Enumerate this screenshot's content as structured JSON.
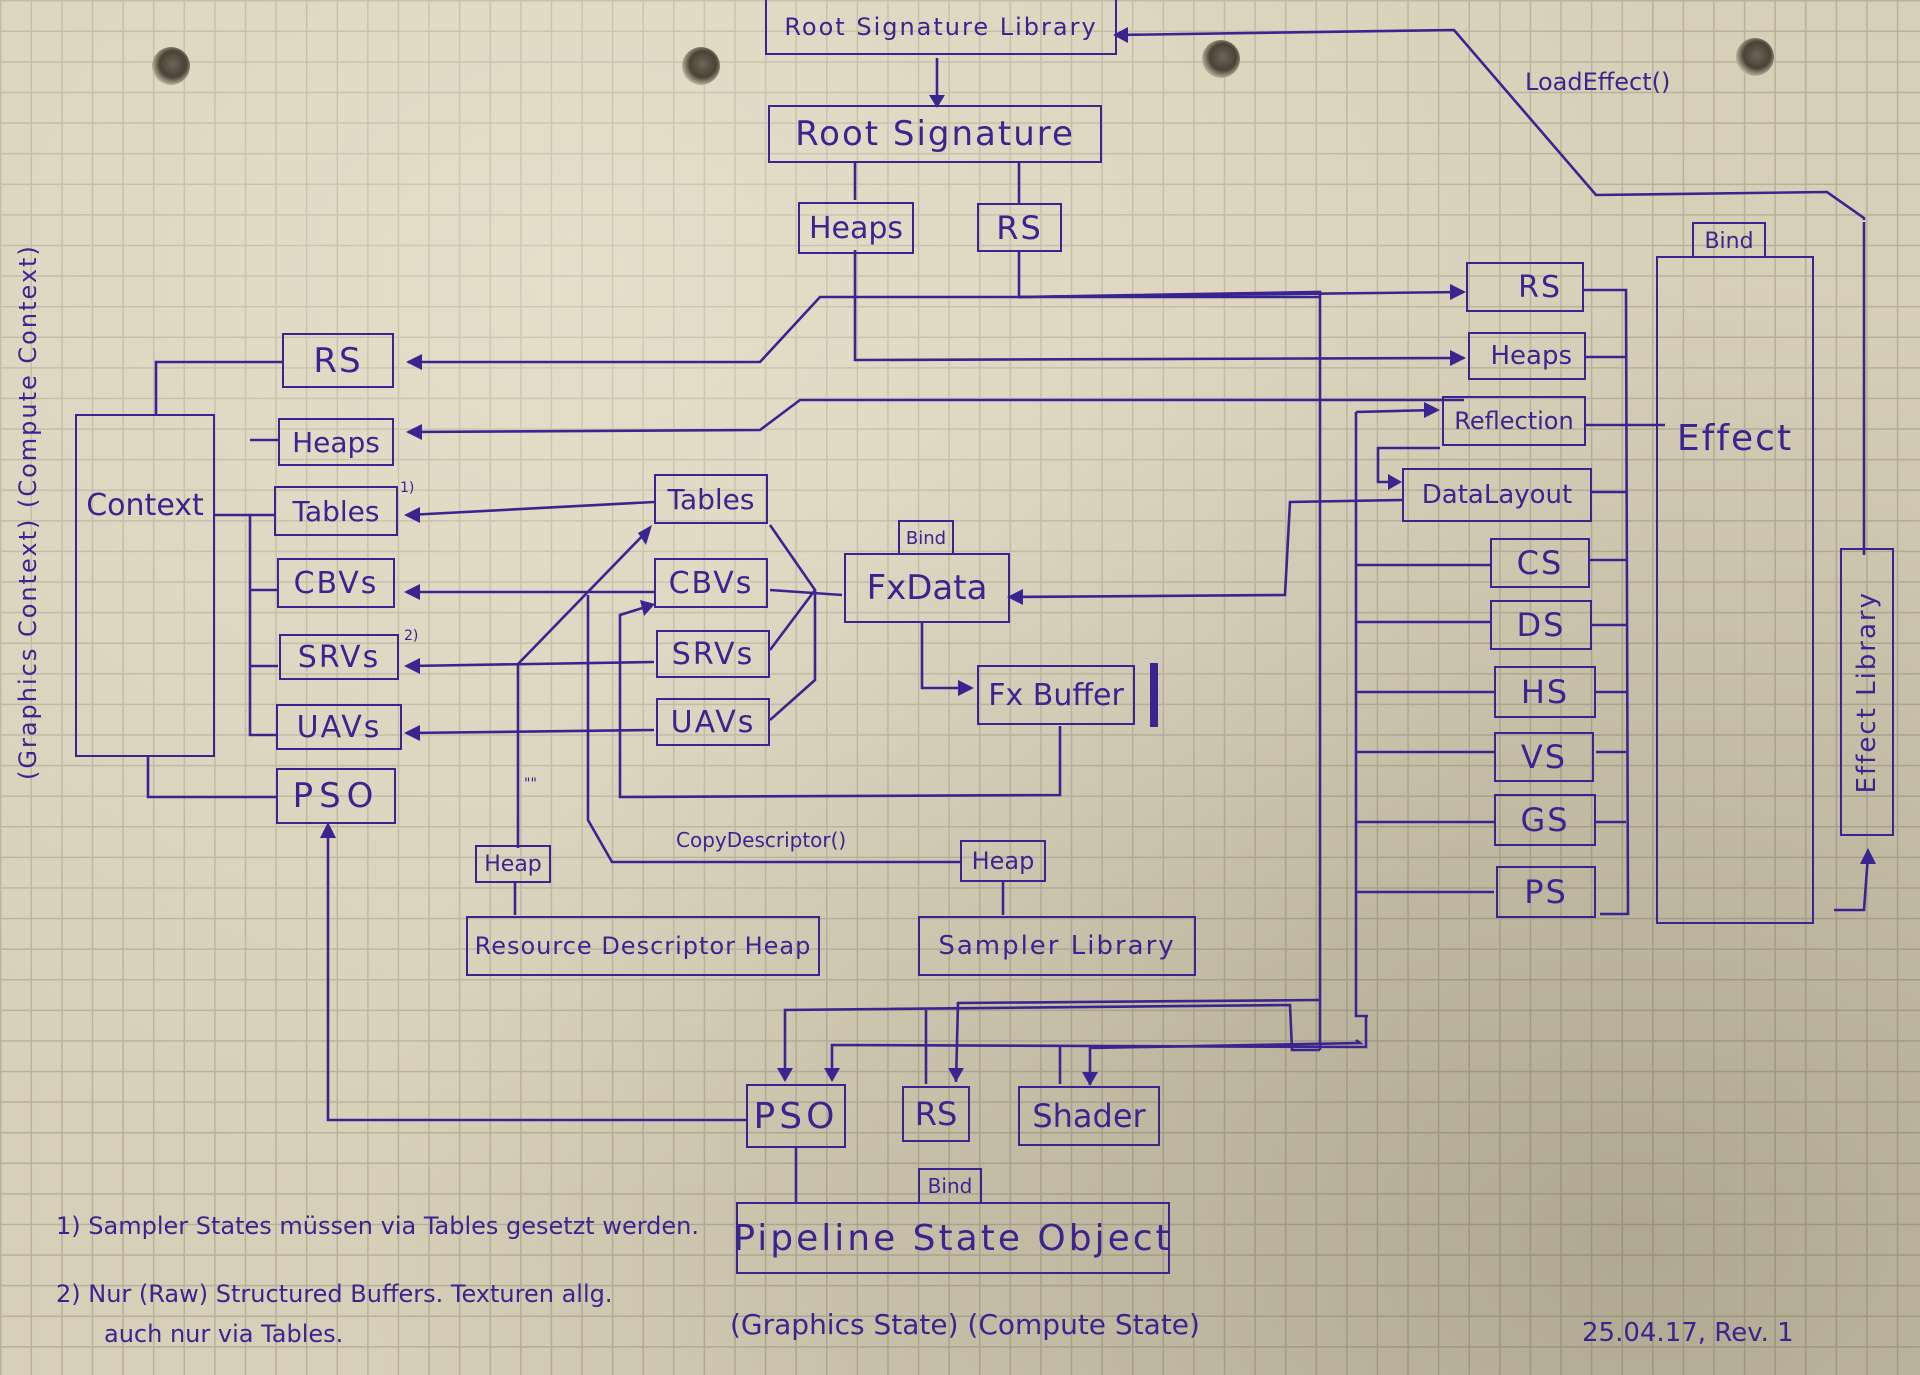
{
  "colors": {
    "ink": "#3a2590",
    "paper": "#d8cfb8",
    "grid": "#b9b09a"
  },
  "top": {
    "root_signature_library": "Root Signature Library",
    "root_signature": "Root Signature",
    "heaps": "Heaps",
    "rs": "RS",
    "load_effect": "LoadEffect()"
  },
  "context": {
    "side_label": "(Graphics Context) (Compute Context)",
    "title": "Context",
    "slots": {
      "rs": "RS",
      "heaps": "Heaps",
      "tables": "Tables",
      "tables_note": "1)",
      "cbvs": "CBVs",
      "srvs": "SRVs",
      "srvs_note": "2)",
      "uavs": "UAVs",
      "pso": "PSO"
    }
  },
  "fx": {
    "tables": "Tables",
    "cbvs": "CBVs",
    "srvs": "SRVs",
    "uavs": "UAVs",
    "bind": "Bind",
    "fx_data": "FxData",
    "fx_buffer": "Fx Buffer",
    "ditto": "\"\"",
    "copy_descriptor": "CopyDescriptor()",
    "heap_left": "Heap",
    "heap_right": "Heap",
    "resource_descriptor_heap": "Resource Descriptor Heap",
    "sampler_library": "Sampler Library"
  },
  "effect": {
    "bind": "Bind",
    "title": "Effect",
    "library": "Effect Library",
    "slots": [
      "RS",
      "Heaps",
      "Reflection",
      "DataLayout",
      "CS",
      "DS",
      "HS",
      "VS",
      "GS",
      "PS"
    ]
  },
  "pipeline": {
    "pso": "PSO",
    "rs": "RS",
    "shader": "Shader",
    "bind": "Bind",
    "title": "Pipeline State Object",
    "caption": "(Graphics State) (Compute State)"
  },
  "notes": {
    "note1": "1) Sampler States müssen via Tables gesetzt werden.",
    "note2_line1": "2) Nur (Raw) Structured Buffers. Texturen allg.",
    "note2_line2": "auch nur via Tables."
  },
  "signature": "25.04.17, Rev. 1"
}
